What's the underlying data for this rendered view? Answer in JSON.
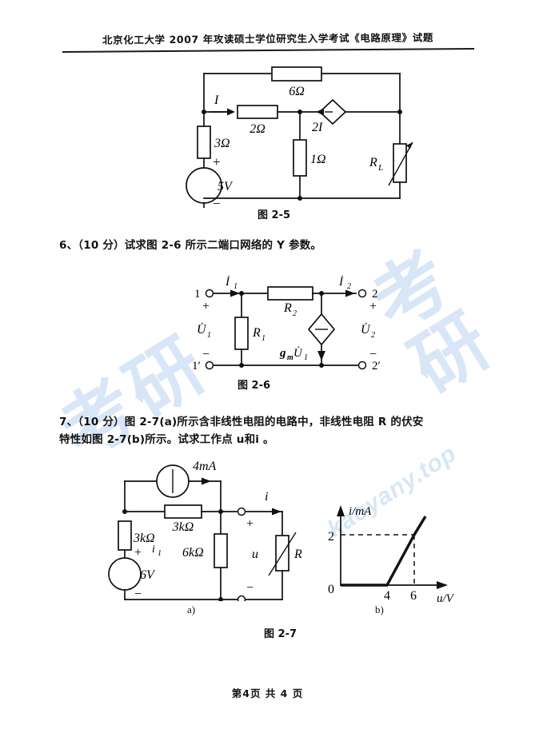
{
  "document": {
    "header_title": "北京化工大学 2007 年攻读硕士学位研究生入学考试《电路原理》试题",
    "footer": "第4页   共 4 页",
    "watermark_cjk": "考研",
    "watermark_latin": "kaoyany.top"
  },
  "figure_2_5": {
    "caption": "图 2-5",
    "labels": {
      "r_top": "6Ω",
      "r_series": "2Ω",
      "r_left": "3Ω",
      "r_mid": "1Ω",
      "source": "5V",
      "plus": "+",
      "minus": "−",
      "current": "I",
      "dependent_source": "2I",
      "load": "R",
      "load_sub": "L"
    }
  },
  "question_6": {
    "text": "6、（10 分）试求图 2-6 所示二端口网络的 Y 参数。"
  },
  "figure_2_6": {
    "caption": "图 2-6",
    "labels": {
      "port1_top": "1",
      "port1_bottom": "1′",
      "port2_top": "2",
      "port2_bottom": "2′",
      "current1": "İ",
      "current1_sub": "1",
      "current2": "İ",
      "current2_sub": "2",
      "voltage1": "U̇",
      "voltage1_sub": "1",
      "voltage2": "U̇",
      "voltage2_sub": "2",
      "r1": "R",
      "r1_sub": "1",
      "r2": "R",
      "r2_sub": "2",
      "vccs": "g",
      "vccs_sub": "m",
      "vccs_tail": "U̇",
      "vccs_tail_sub": "1",
      "plus": "+",
      "minus": "−"
    }
  },
  "question_7": {
    "line1": "7、（10 分）图 2-7(a)所示含非线性电阻的电路中，非线性电阻 R 的伏安",
    "line2": "特性如图 2-7(b)所示。试求工作点 u和i 。"
  },
  "figure_2_7": {
    "caption": "图 2-7",
    "label_a": "a)",
    "label_b": "b)",
    "circuit_labels": {
      "current_source": "4mA",
      "r_series": "3kΩ",
      "r_left": "3kΩ",
      "r_shunt": "6kΩ",
      "source": "6V",
      "branch_current": "i",
      "branch_current_sub": "1",
      "out_current": "i",
      "out_voltage": "u",
      "nonlinear_r": "R",
      "plus": "+",
      "minus": "−"
    }
  },
  "chart_data": {
    "type": "line",
    "title": "",
    "xlabel": "u/V",
    "ylabel": "i/mA",
    "x": [
      0,
      4,
      6,
      6.8
    ],
    "y": [
      0,
      0,
      2,
      2.8
    ],
    "xticks": [
      4,
      6
    ],
    "yticks": [
      2
    ],
    "origin_label": "0",
    "xlim": [
      0,
      8
    ],
    "ylim": [
      0,
      3.2
    ],
    "grid": false,
    "guides": [
      {
        "x": 6,
        "y": 2,
        "style": "dashed"
      }
    ],
    "legend": "none"
  }
}
